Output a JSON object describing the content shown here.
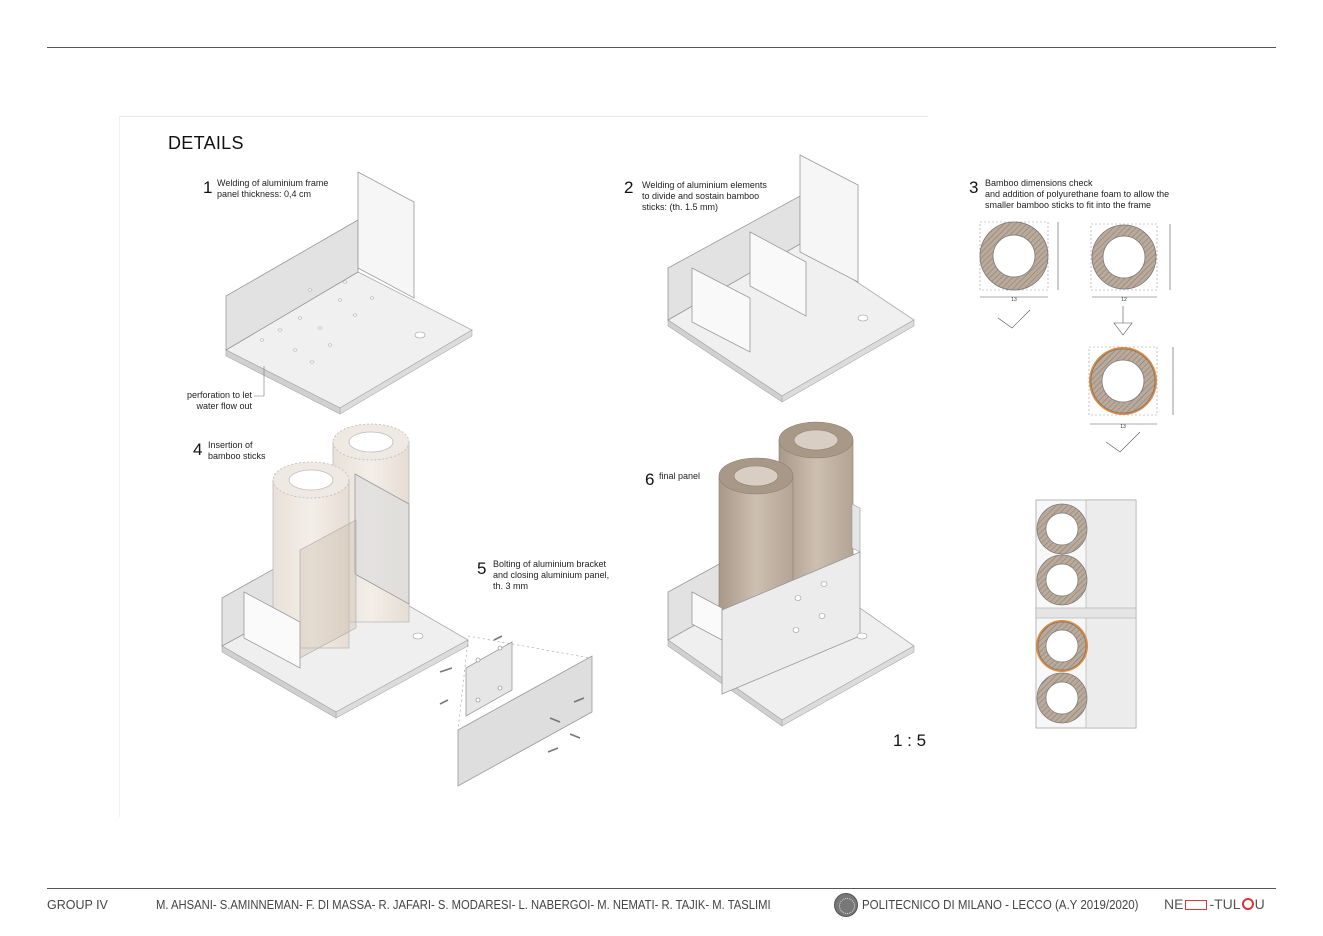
{
  "sheet_title": "DETAILS",
  "scale_label": "1 : 5",
  "steps": [
    {
      "num": "1",
      "caption": "Welding of aluminium frame\npanel thickness: 0,4 cm"
    },
    {
      "num": "2",
      "caption": "Welding of aluminium elements\nto divide and sostain bamboo\nsticks: (th. 1.5 mm)"
    },
    {
      "num": "3",
      "caption": "Bamboo dimensions check\nand addition of polyurethane foam to allow the\nsmaller bamboo sticks to fit into the frame"
    },
    {
      "num": "4",
      "caption": "Insertion of\nbamboo sticks"
    },
    {
      "num": "5",
      "caption": "Bolting of aluminium bracket\nand closing aluminium panel,\nth. 3 mm"
    },
    {
      "num": "6",
      "caption": "final panel"
    }
  ],
  "annotation_perforation": "perforation to let\nwater flow out",
  "dimensions": {
    "d1": "13",
    "d2": "12",
    "d3": "13"
  },
  "footer": {
    "group": "GROUP IV",
    "authors": "M. AHSANI- S.AMINNEMAN- F. DI MASSA- R. JAFARI- S. MODARESI- L. NABERGOI- M. NEMATI- R. TAJIK- M. TASLIMI",
    "university": "POLITECNICO DI MILANO - LECCO (A.Y 2019/2020)",
    "logo_left": "NE",
    "logo_mid": "-TUL",
    "logo_end": "U"
  },
  "colors": {
    "bamboo": "#b9aa9b",
    "bamboo_dark": "#8e7f70",
    "foam": "#e08a3c",
    "logo_red": "#d9343a",
    "panel": "#ececec"
  }
}
